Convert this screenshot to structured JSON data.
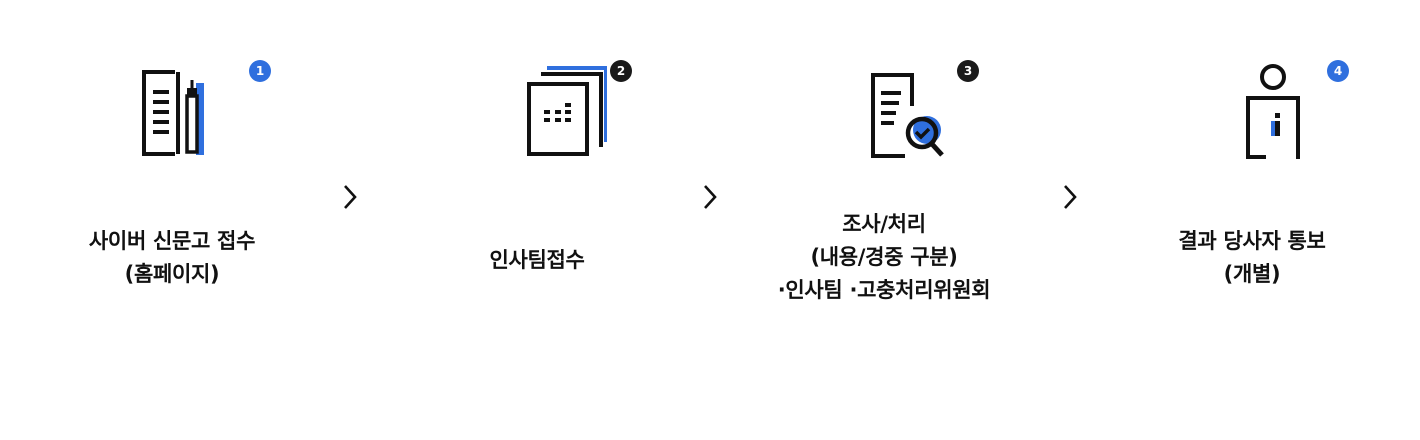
{
  "colors": {
    "accent": "#2f6fde",
    "ink": "#111111"
  },
  "steps": [
    {
      "number": "1",
      "badge_color": "blue",
      "icon": "document-pen-icon",
      "lines": [
        "사이버 신문고 접수",
        "(홈페이지)"
      ]
    },
    {
      "number": "2",
      "badge_color": "dark",
      "icon": "stacked-documents-icon",
      "lines": [
        "인사팀접수"
      ]
    },
    {
      "number": "3",
      "badge_color": "dark",
      "icon": "document-search-check-icon",
      "lines": [
        "조사/처리",
        "(내용/경중 구분)",
        "·인사팀 ·고충처리위원회"
      ]
    },
    {
      "number": "4",
      "badge_color": "blue",
      "icon": "person-info-icon",
      "lines": [
        "결과 당사자 통보",
        "(개별)"
      ]
    }
  ],
  "arrow_icon": "chevron-right-icon"
}
